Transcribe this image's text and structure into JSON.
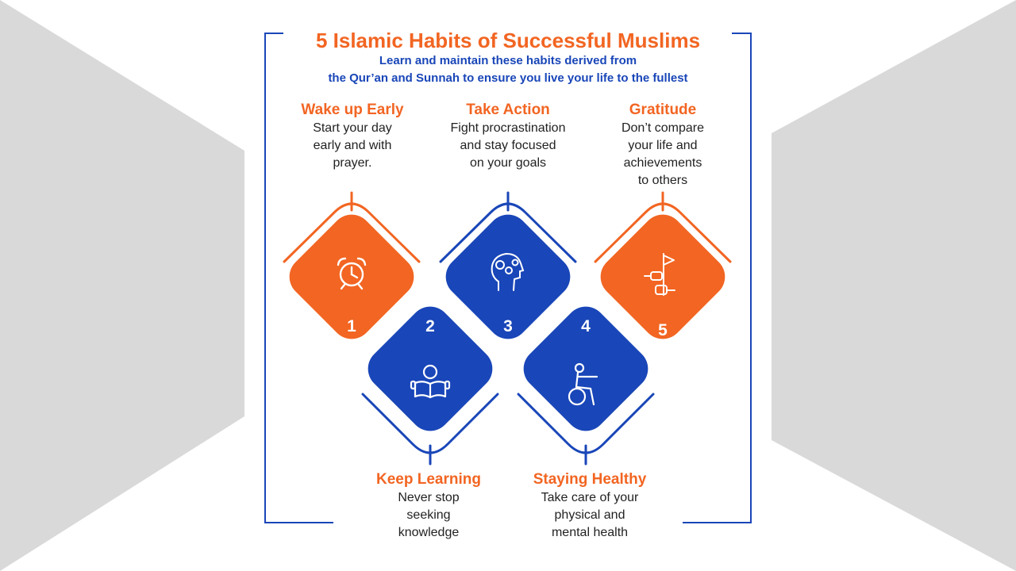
{
  "title": "5 Islamic Habits of Successful Muslims",
  "subtitle": {
    "line1": "Learn and maintain these habits derived from",
    "line2": "the Qur’an and Sunnah to ensure you live your life to the fullest"
  },
  "habits": [
    {
      "number": "1",
      "title": "Wake up Early",
      "desc": [
        "Start your day",
        "early and with",
        "prayer."
      ],
      "icon": "alarm-clock-icon",
      "color": "orange"
    },
    {
      "number": "2",
      "title": "Keep Learning",
      "desc": [
        "Never stop",
        "seeking",
        "knowledge"
      ],
      "icon": "reading-book-icon",
      "color": "blue"
    },
    {
      "number": "3",
      "title": "Take Action",
      "desc": [
        "Fight procrastination",
        "and stay focused",
        "on your goals"
      ],
      "icon": "head-gears-icon",
      "color": "blue"
    },
    {
      "number": "4",
      "title": "Staying Healthy",
      "desc": [
        "Take care of your",
        "physical and",
        "mental health"
      ],
      "icon": "exercise-ball-icon",
      "color": "blue"
    },
    {
      "number": "5",
      "title": "Gratitude",
      "desc": [
        "Don’t compare",
        "your life and",
        "achievements",
        "to others"
      ],
      "icon": "hands-flag-icon",
      "color": "orange"
    }
  ],
  "colors": {
    "orange": "#f26522",
    "orange_dark": "#e8431a",
    "blue": "#1946b8",
    "blue_dark": "#0d2d7a",
    "background_shape": "#d9d9d9"
  }
}
